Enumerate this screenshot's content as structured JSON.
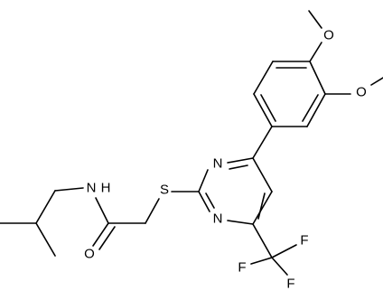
{
  "atoms": {
    "o_methoxy_top": "O",
    "o_methoxy_right": "O",
    "n_pyrimidine_top": "N",
    "n_pyrimidine_bottom": "N",
    "s_thioether": "S",
    "n_amide": "N",
    "h_amide": "H",
    "o_carbonyl": "O",
    "f_left": "F",
    "f_right": "F",
    "f_bottom": "F"
  }
}
